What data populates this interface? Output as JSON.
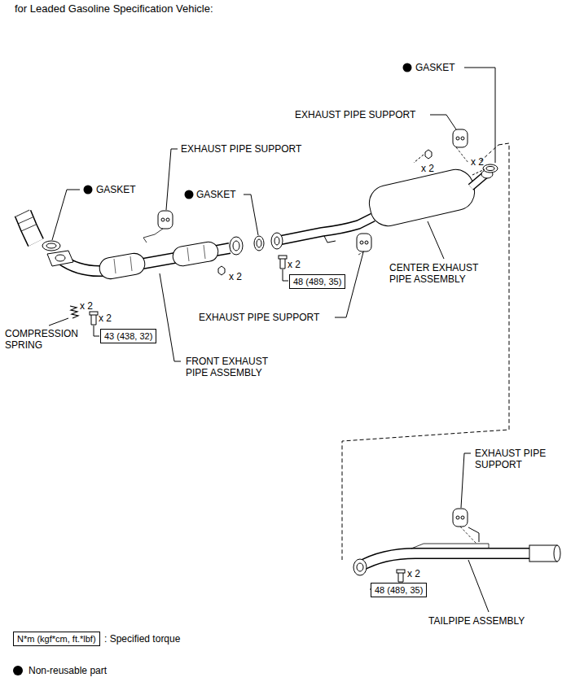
{
  "diagram": {
    "title": "for Leaded Gasoline Specification Vehicle:",
    "nodes": [
      {
        "text": [
          "48 (489, 35)"
        ]
      },
      {
        "text": [
          "43 (438, 32)"
        ]
      },
      {
        "text": [
          "48 (489, 35)"
        ]
      },
      {
        "text": [
          "N*m (kgf*cm, ft.*lbf)"
        ]
      }
    ],
    "labels": [
      "GASKET",
      "EXHAUST PIPE SUPPORT",
      "x 2",
      "x 2",
      "EXHAUST PIPE SUPPORT",
      "GASKET",
      "GASKET",
      "x 2",
      "x 2",
      "CENTER EXHAUST PIPE ASSEMBLY",
      "x 2",
      "x 2",
      "EXHAUST PIPE SUPPORT",
      "COMPRESSION SPRING",
      "FRONT EXHAUST PIPE ASSEMBLY",
      "EXHAUST PIPE SUPPORT",
      "x 2",
      "TAILPIPE ASSEMBLY",
      ": Specified torque"
    ],
    "legend": [
      {
        "text": "Non-reusable part"
      }
    ]
  }
}
